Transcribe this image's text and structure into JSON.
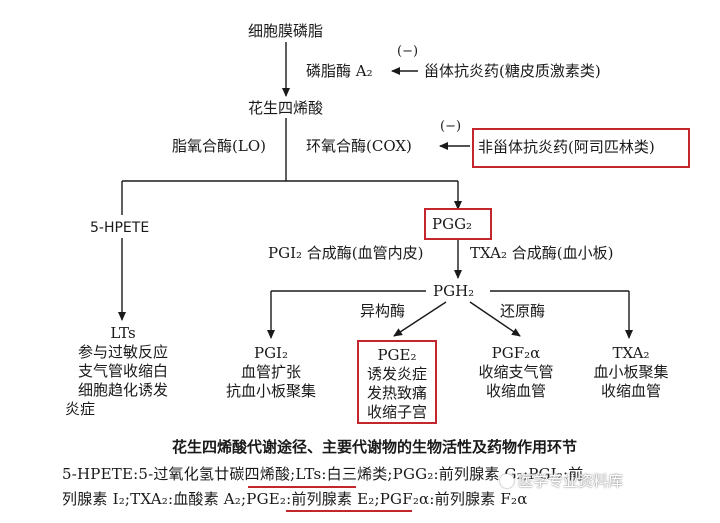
{
  "nodes": {
    "phospholipid": "细胞膜磷脂",
    "pla2": "磷脂酶 A₂",
    "inhibit1": "(−)",
    "steroid": "甾体抗炎药(糖皮质激素类)",
    "aa": "花生四烯酸",
    "lo": "脂氧合酶(LO)",
    "cox": "环氧合酶(COX)",
    "inhibit2": "(−)",
    "nsaid": "非甾体抗炎药(阿司匹林类)",
    "hpete": "5-HPETE",
    "pgg2": "PGG₂",
    "pgi2_synthase": "PGI₂ 合成酶(血管内皮)",
    "txa2_synthase": "TXA₂ 合成酶(血小板)",
    "pgh2": "PGH₂",
    "isomerase": "异构酶",
    "reductase": "还原酶",
    "lts": [
      "LTs",
      "参与过敏反应",
      "支气管收缩白",
      "细胞趋化诱发",
      "炎症"
    ],
    "pgi2": [
      "PGI₂",
      "血管扩张",
      "抗血小板聚集"
    ],
    "pge2": [
      "PGE₂",
      "诱发炎症",
      "发热致痛",
      "收缩子宫"
    ],
    "pgf2a": [
      "PGF₂α",
      "收缩支气管",
      "收缩血管"
    ],
    "txa2": [
      "TXA₂",
      "血小板聚集",
      "收缩血管"
    ]
  },
  "caption": "花生四烯酸代谢途径、主要代谢物的生物活性及药物作用环节",
  "footnote": {
    "line1": "5-HPETE:5-过氧化氢廿碳四烯酸;LTs:白三烯类;PGG₂:前列腺素 G₂;PGI₂:前",
    "line2": "列腺素 I₂;TXA₂:血酸素 A₂;PGE₂:前列腺素 E₂;PGF₂α:前列腺素 F₂α"
  },
  "watermark": "医学专业资料库",
  "colors": {
    "highlight": "#c4262e",
    "line": "#1a1a1a"
  }
}
